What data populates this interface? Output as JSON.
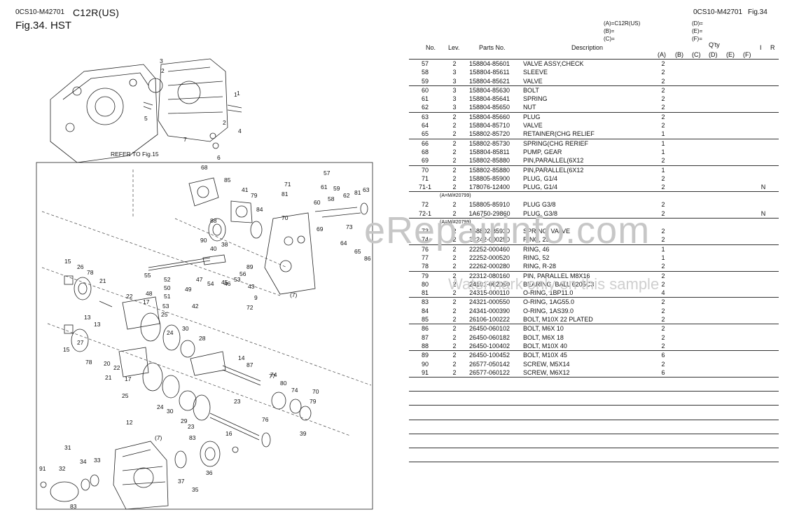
{
  "header": {
    "doc_code_left": "0CS10-M42701",
    "model_left": "C12R(US)",
    "doc_code_right": "0CS10-M42701",
    "fig_right": "Fig.34",
    "fig_title": "Fig.34.  HST"
  },
  "models": {
    "a": "(A)=C12R(US)",
    "b": "(B)=",
    "c": "(C)=",
    "d": "(D)=",
    "e": "(E)=",
    "f": "(F)="
  },
  "columns": {
    "no": "No.",
    "lev": "Lev.",
    "parts_no": "Parts No.",
    "description": "Description",
    "qty": "Q'ty",
    "a": "(A)",
    "b": "(B)",
    "c": "(C)",
    "d": "(D)",
    "e": "(E)",
    "f": "(F)",
    "i": "I",
    "r": "R"
  },
  "rows": [
    {
      "no": "57",
      "lev": "2",
      "pn": "158804-85601",
      "desc": "VALVE ASSY,CHECK",
      "a": "2",
      "r": "",
      "rule": true
    },
    {
      "no": "58",
      "lev": "3",
      "pn": "158804-85611",
      "desc": "SLEEVE",
      "a": "2",
      "r": ""
    },
    {
      "no": "59",
      "lev": "3",
      "pn": "158804-85621",
      "desc": "VALVE",
      "a": "2",
      "r": ""
    },
    {
      "no": "60",
      "lev": "3",
      "pn": "158804-85630",
      "desc": "BOLT",
      "a": "2",
      "r": "",
      "rule": true
    },
    {
      "no": "61",
      "lev": "3",
      "pn": "158804-85641",
      "desc": "SPRING",
      "a": "2",
      "r": ""
    },
    {
      "no": "62",
      "lev": "3",
      "pn": "158804-85650",
      "desc": "NUT",
      "a": "2",
      "r": ""
    },
    {
      "no": "63",
      "lev": "2",
      "pn": "158804-85660",
      "desc": "PLUG",
      "a": "2",
      "r": "",
      "rule": true
    },
    {
      "no": "64",
      "lev": "2",
      "pn": "158804-85710",
      "desc": "VALVE",
      "a": "2",
      "r": ""
    },
    {
      "no": "65",
      "lev": "2",
      "pn": "158802-85720",
      "desc": "RETAINER(CHG RELIEF",
      "a": "1",
      "r": ""
    },
    {
      "no": "66",
      "lev": "2",
      "pn": "158802-85730",
      "desc": "SPRING(CHG RERIEF",
      "a": "1",
      "r": "",
      "rule": true
    },
    {
      "no": "68",
      "lev": "2",
      "pn": "158804-85811",
      "desc": "PUMP, GEAR",
      "a": "1",
      "r": ""
    },
    {
      "no": "69",
      "lev": "2",
      "pn": "158802-85880",
      "desc": "PIN,PARALLEL(6X12",
      "a": "2",
      "r": ""
    },
    {
      "no": "70",
      "lev": "2",
      "pn": "158802-85880",
      "desc": "PIN,PARALLEL(6X12",
      "a": "1",
      "r": "",
      "rule": true
    },
    {
      "no": "71",
      "lev": "2",
      "pn": "158805-85900",
      "desc": "PLUG, G1/4",
      "a": "2",
      "r": ""
    },
    {
      "no": "71-1",
      "lev": "2",
      "pn": "178076-12400",
      "desc": "PLUG, G1/4",
      "a": "2",
      "r": "N"
    },
    {
      "sub": "(A=M/#20799)",
      "rule": true
    },
    {
      "no": "72",
      "lev": "2",
      "pn": "158805-85910",
      "desc": "PLUG G3/8",
      "a": "2",
      "r": ""
    },
    {
      "no": "72-1",
      "lev": "2",
      "pn": "1A6750-29860",
      "desc": "PLUG, G3/8",
      "a": "2",
      "r": "N"
    },
    {
      "sub": "(A=M/#20799)",
      "rule": true
    },
    {
      "no": "73",
      "lev": "2",
      "pn": "158802-85930",
      "desc": "SPRING, VALVE",
      "a": "2",
      "r": ""
    },
    {
      "no": "74",
      "lev": "2",
      "pn": "22242-000250",
      "desc": "RING, 25",
      "a": "2",
      "r": ""
    },
    {
      "no": "76",
      "lev": "2",
      "pn": "22252-000460",
      "desc": "RING, 46",
      "a": "1",
      "r": "",
      "rule": true
    },
    {
      "no": "77",
      "lev": "2",
      "pn": "22252-000520",
      "desc": "RING,  52",
      "a": "1",
      "r": ""
    },
    {
      "no": "78",
      "lev": "2",
      "pn": "22262-000280",
      "desc": "RING, R-28",
      "a": "2",
      "r": ""
    },
    {
      "no": "79",
      "lev": "2",
      "pn": "22312-080160",
      "desc": "PIN, PARALLEL M8X16",
      "a": "2",
      "r": "",
      "rule": true
    },
    {
      "no": "80",
      "lev": "2",
      "pn": "24101-062050",
      "desc": "BEARING, BALL 6205C3",
      "a": "2",
      "r": ""
    },
    {
      "no": "81",
      "lev": "2",
      "pn": "24315-000110",
      "desc": "O-RING, 1BP11.0",
      "a": "4",
      "r": ""
    },
    {
      "no": "83",
      "lev": "2",
      "pn": "24321-000550",
      "desc": "O-RING, 1AG55.0",
      "a": "2",
      "r": "",
      "rule": true
    },
    {
      "no": "84",
      "lev": "2",
      "pn": "24341-000390",
      "desc": "O-RING, 1AS39.0",
      "a": "2",
      "r": ""
    },
    {
      "no": "85",
      "lev": "2",
      "pn": "26106-100222",
      "desc": "BOLT, M10X 22 PLATED",
      "a": "2",
      "r": ""
    },
    {
      "no": "86",
      "lev": "2",
      "pn": "26450-060102",
      "desc": "BOLT, M6X 10",
      "a": "2",
      "r": "",
      "rule": true
    },
    {
      "no": "87",
      "lev": "2",
      "pn": "26450-060182",
      "desc": "BOLT, M6X 18",
      "a": "2",
      "r": ""
    },
    {
      "no": "88",
      "lev": "2",
      "pn": "26450-100402",
      "desc": "BOLT, M10X 40",
      "a": "2",
      "r": ""
    },
    {
      "no": "89",
      "lev": "2",
      "pn": "26450-100452",
      "desc": "BOLT, M10X 45",
      "a": "6",
      "r": "",
      "rule": true
    },
    {
      "no": "90",
      "lev": "2",
      "pn": "26577-050142",
      "desc": "SCREW, M5X14",
      "a": "2",
      "r": ""
    },
    {
      "no": "91",
      "lev": "2",
      "pn": "26577-060122",
      "desc": "SCREW, M6X12",
      "a": "6",
      "r": ""
    }
  ],
  "blank_rows": 7,
  "diagram": {
    "refer_note": "REFER TO Fig.15",
    "callouts": [
      "3",
      "2",
      "1",
      "5",
      "4",
      "2",
      "6",
      "7",
      "1",
      "68",
      "85",
      "41",
      "79",
      "84",
      "71",
      "81",
      "57",
      "61",
      "60",
      "58",
      "59",
      "62",
      "81",
      "63",
      "73",
      "69",
      "70",
      "88",
      "38",
      "90",
      "40",
      "64",
      "65",
      "86",
      "15",
      "26",
      "78",
      "21",
      "22",
      "17",
      "50",
      "51",
      "52",
      "53",
      "49",
      "47",
      "54",
      "46",
      "45",
      "53",
      "56",
      "43",
      "89",
      "42",
      "9",
      "72",
      "13",
      "25",
      "24",
      "30",
      "28",
      "13",
      "15",
      "27",
      "78",
      "20",
      "21",
      "22",
      "17",
      "25",
      "24",
      "30",
      "29",
      "23",
      "14",
      "87",
      "77",
      "80",
      "74",
      "76",
      "79",
      "70",
      "39",
      "12",
      "31",
      "32",
      "34",
      "33",
      "91",
      "83",
      "37",
      "36",
      "35",
      "16",
      "23",
      "74",
      "(7)",
      "(7)",
      "83",
      "48",
      "55"
    ]
  },
  "watermark": {
    "main": "eRepairinfo.com",
    "sub": "Watermark only on this sample"
  }
}
